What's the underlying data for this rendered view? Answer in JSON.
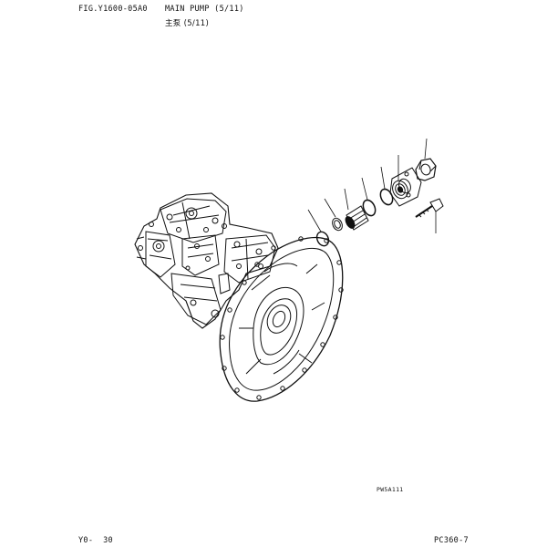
{
  "header": {
    "figure_code": "FIG.Y1600-05A0",
    "title_en": "MAIN PUMP (5/11)",
    "title_cn": "主泵 (5/11)"
  },
  "drawing": {
    "drawing_code": "PW5A111"
  },
  "footer": {
    "page_number": "Y0-  30",
    "model": "PC360-7"
  }
}
